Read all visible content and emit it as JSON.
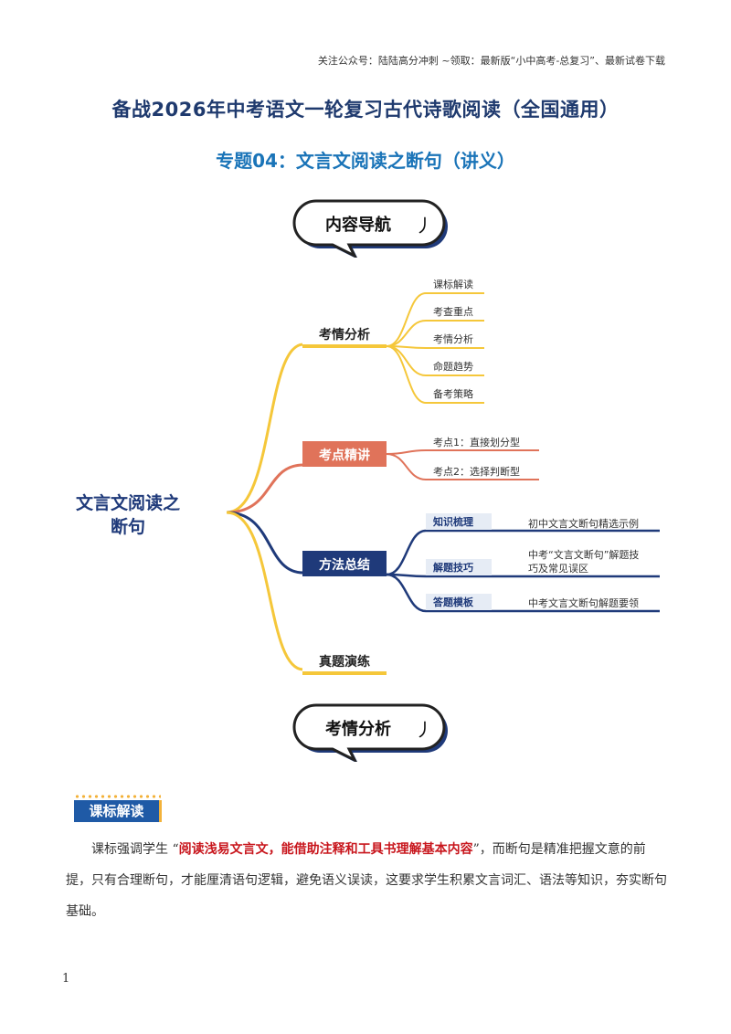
{
  "header": {
    "note": "关注公众号：陆陆高分冲刺  ~领取：最新版“小中高考-总复习”、最新试卷下载"
  },
  "title": "备战2026年中考语文一轮复习古代诗歌阅读（全国通用）",
  "subtitle": "专题04：文言文阅读之断句（讲义）",
  "nav_bubble": {
    "label": "内容导航",
    "glyph": "丿"
  },
  "mindmap": {
    "root": [
      "文言文阅读之",
      "断句"
    ],
    "branches": [
      {
        "label": "考情分析",
        "color": "#f5c73a",
        "items": [
          "课标解读",
          "考查重点",
          "考情分析",
          "命题趋势",
          "备考策略"
        ]
      },
      {
        "label": "考点精讲",
        "color": "#e0735a",
        "items": [
          "考点1：直接划分型",
          "考点2：选择判断型"
        ]
      },
      {
        "label": "方法总结",
        "color": "#1f3a7a",
        "items": [
          {
            "tag": "知识梳理",
            "desc": [
              "初中文言文断句精选示例"
            ]
          },
          {
            "tag": "解题技巧",
            "desc": [
              "中考“文言文断句”解题技",
              "巧及常见误区"
            ]
          },
          {
            "tag": "答题模板",
            "desc": [
              "中考文言文断句解题要领"
            ]
          }
        ]
      },
      {
        "label": "真题演练",
        "color": "#f5c73a",
        "items": []
      }
    ]
  },
  "section_bubble": {
    "label": "考情分析",
    "glyph": "丿"
  },
  "section": {
    "tag": "课标解读",
    "para_before": "课标强调学生 “",
    "para_emphasis": "阅读浅易文言文，能借助注释和工具书理解基本内容",
    "para_after": "”，而断句是精准把握文意的前提，只有合理断句，才能厘清语句逻辑，避免语义误读，这要求学生积累文言词汇、语法等知识，夯实断句基础。"
  },
  "page_number": "1"
}
